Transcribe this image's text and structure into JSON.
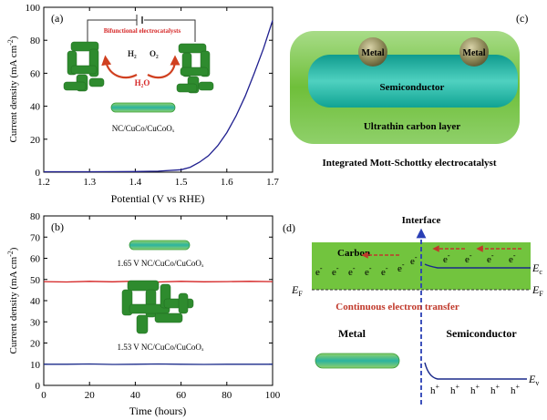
{
  "panel_a": {
    "label": "(a)",
    "ylabel": "Current density (mA cm",
    "ylabel_sup": "-2",
    "ylabel_close": ")",
    "xlabel": "Potential (V vs RHE)",
    "inset_title": "Bifunctional electrocatalysts",
    "h2": "H₂",
    "o2": "O₂",
    "h2o": "H₂O",
    "material": "NC/CuCo/CuCoOₓ"
  },
  "panel_b": {
    "label": "(b)",
    "ylabel": "Current density (mA cm",
    "ylabel_sup": "-2",
    "ylabel_close": ")",
    "xlabel": "Time (hours)",
    "label_top": "1.65 V NC/CuCo/CuCoOₓ",
    "label_bottom": "1.53 V NC/CuCo/CuCoOₓ"
  },
  "panel_c": {
    "label": "(c)",
    "metal_left": "Metal",
    "metal_right": "Metal",
    "semiconductor": "Semiconductor",
    "carbon_layer": "Ultrathin carbon layer",
    "caption": "Integrated Mott-Schottky electrocatalyst"
  },
  "panel_d": {
    "label": "(d)",
    "interface": "Interface",
    "carbon": "Carbon",
    "electron": "e",
    "electron_sup": "-",
    "hole": "h",
    "hole_sup": "+",
    "ef": "E",
    "ef_sub": "F",
    "ec": "E",
    "ec_sub": "c",
    "ev": "E",
    "ev_sub": "v",
    "transfer": "Continuous electron transfer",
    "metal": "Metal",
    "semiconductor": "Semiconductor"
  },
  "colors": {
    "curve_a": "#1f1f8f",
    "curve_b_top": "#d42020",
    "curve_b_bottom": "#1a2a8a",
    "carbon_green": "#6fbf3a",
    "semiconductor_teal": "#1aa99a",
    "transfer_red": "#c0392b",
    "interface_blue": "#2a3fb5"
  },
  "chart_data": [
    {
      "type": "line",
      "panel": "a",
      "title": "",
      "xlabel": "Potential (V vs RHE)",
      "ylabel": "Current density (mA cm-2)",
      "xlim": [
        1.2,
        1.7
      ],
      "ylim": [
        0,
        100
      ],
      "x_ticks": [
        "1.2",
        "1.3",
        "1.4",
        "1.5",
        "1.6",
        "1.7"
      ],
      "y_ticks": [
        "0",
        "20",
        "40",
        "60",
        "80",
        "100"
      ],
      "series": [
        {
          "x": [
            1.2,
            1.3,
            1.4,
            1.45,
            1.5,
            1.52,
            1.54,
            1.56,
            1.58,
            1.6,
            1.62,
            1.64,
            1.66,
            1.68,
            1.7
          ],
          "y": [
            0.3,
            0.3,
            0.4,
            0.6,
            1.5,
            3,
            6,
            10,
            16,
            24,
            34,
            46,
            60,
            75,
            92
          ]
        }
      ]
    },
    {
      "type": "line",
      "panel": "b",
      "title": "",
      "xlabel": "Time (hours)",
      "ylabel": "Current density (mA cm-2)",
      "xlim": [
        0,
        100
      ],
      "ylim": [
        0,
        80
      ],
      "x_ticks": [
        "0",
        "20",
        "40",
        "60",
        "80",
        "100"
      ],
      "y_ticks": [
        "0",
        "10",
        "20",
        "30",
        "40",
        "50",
        "60",
        "70",
        "80"
      ],
      "series": [
        {
          "name": "1.65 V NC/CuCo/CuCoOₓ",
          "x": [
            0,
            10,
            20,
            30,
            40,
            50,
            60,
            70,
            80,
            90,
            100
          ],
          "y": [
            49,
            48.8,
            49.1,
            48.9,
            49.2,
            48.8,
            49.1,
            48.9,
            49,
            49.1,
            49
          ]
        },
        {
          "name": "1.53 V NC/CuCo/CuCoOₓ",
          "x": [
            0,
            10,
            20,
            30,
            40,
            50,
            60,
            70,
            80,
            90,
            100
          ],
          "y": [
            10,
            10,
            10.1,
            9.9,
            10,
            10.1,
            10,
            9.9,
            10,
            10,
            10
          ]
        }
      ]
    }
  ]
}
